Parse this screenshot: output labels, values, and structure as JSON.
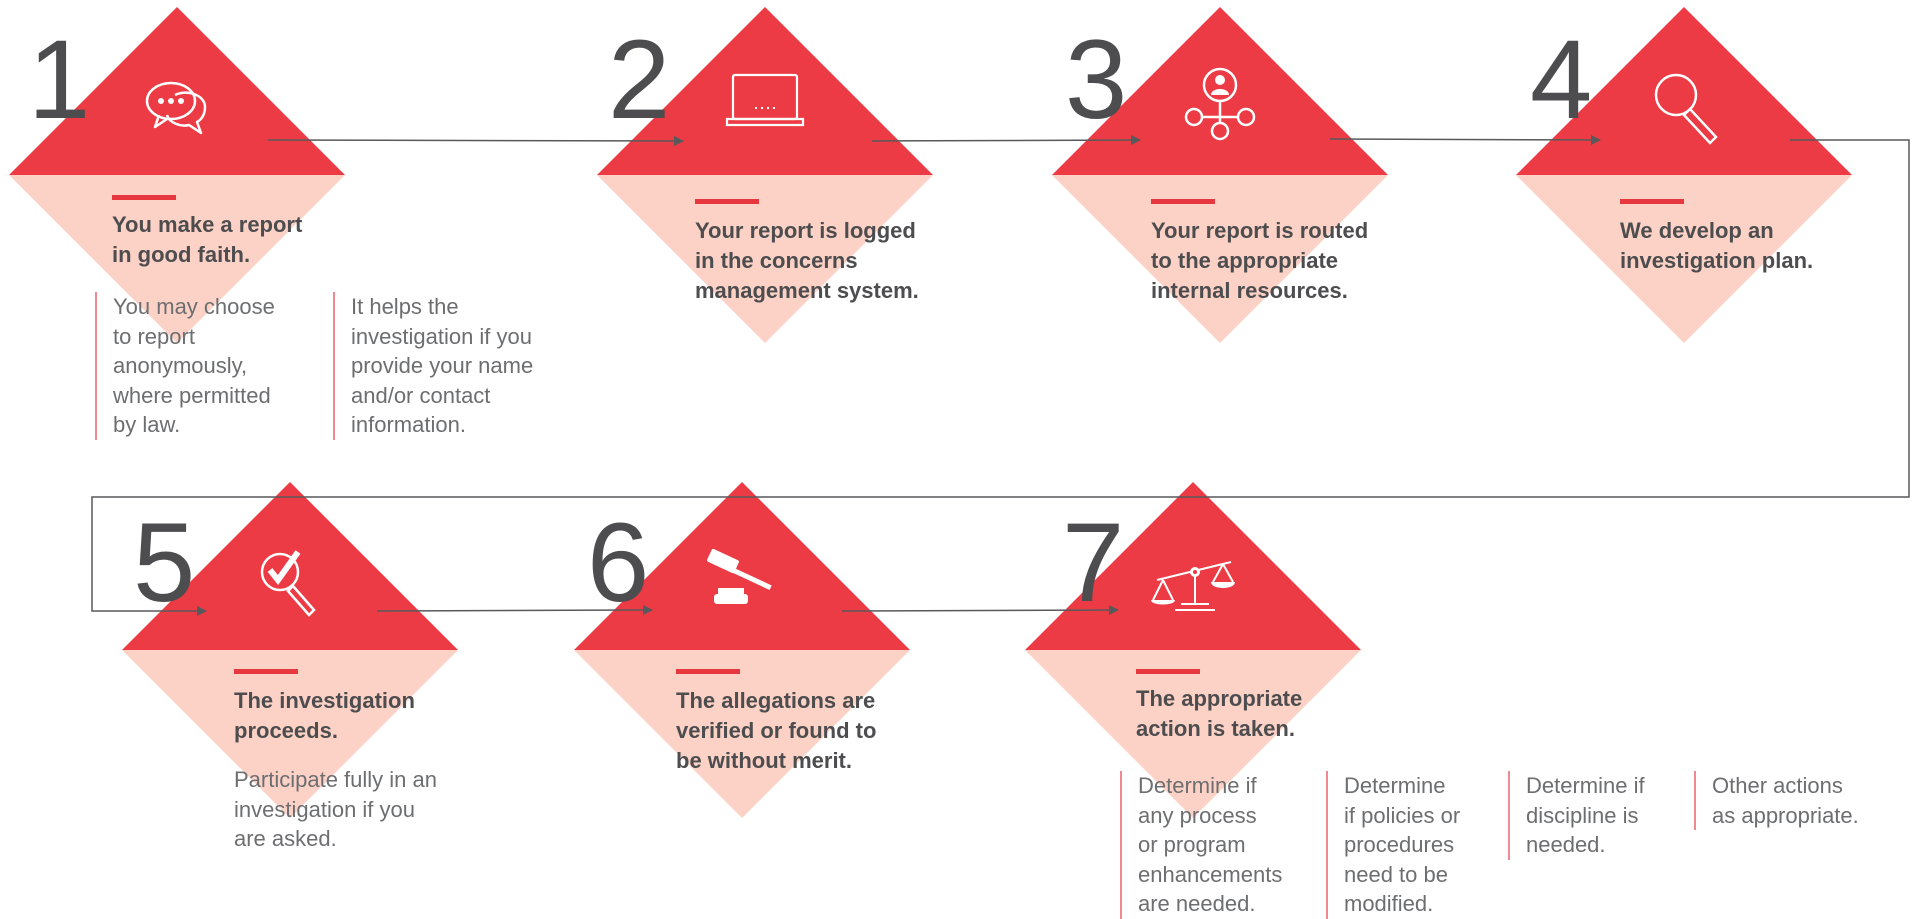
{
  "colors": {
    "diamond_top": "#ec3b44",
    "diamond_bottom": "#fdd2c6",
    "accent": "#e8383f",
    "text": "#4d4d4f",
    "note_text": "#6d6e70",
    "connector": "#58595b"
  },
  "steps": [
    {
      "number": "1",
      "icon": "speech-bubbles-icon",
      "title": "You make a report\nin good faith.",
      "notes": [
        "You may choose\nto report\nanonymously,\nwhere permitted\nby law.",
        "It helps the\ninvestigation if you\nprovide your name\nand/or contact\ninformation."
      ]
    },
    {
      "number": "2",
      "icon": "laptop-icon",
      "title": "Your report is logged\nin the concerns\nmanagement system.",
      "notes": []
    },
    {
      "number": "3",
      "icon": "network-person-icon",
      "title": "Your report is routed\nto the appropriate\ninternal resources.",
      "notes": []
    },
    {
      "number": "4",
      "icon": "magnifying-glass-icon",
      "title": "We develop an\ninvestigation plan.",
      "notes": []
    },
    {
      "number": "5",
      "icon": "magnifier-check-icon",
      "title": "The investigation\nproceeds.",
      "notes": [
        "Participate fully in an\ninvestigation if you\nare asked."
      ]
    },
    {
      "number": "6",
      "icon": "gavel-icon",
      "title": "The allegations are\nverified or found to\nbe without merit.",
      "notes": []
    },
    {
      "number": "7",
      "icon": "scales-icon",
      "title": "The appropriate\naction is taken.",
      "notes": [
        "Determine if\nany process\nor program\nenhancements\nare needed.",
        "Determine\nif policies or\nprocedures\nneed to be\nmodified.",
        "Determine if\ndiscipline is\nneeded.",
        "Other actions\nas appropriate."
      ]
    }
  ]
}
